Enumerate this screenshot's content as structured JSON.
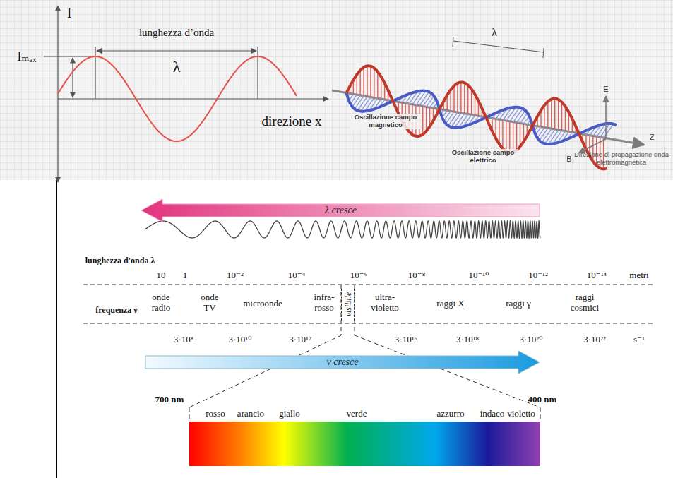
{
  "diagram": {
    "nodes": [
      {
        "text": [
          "λ cresce"
        ]
      },
      {
        "text": [
          "visibile"
        ]
      },
      {
        "text": [
          "ν cresce"
        ]
      }
    ],
    "labels": [
      "I",
      "Iₘₐₓ",
      "lunghezza d’onda",
      "λ",
      "direzione x",
      "λ",
      "E",
      "Oscillazione campo magnetico",
      "Oscillazione campo elettrico",
      "B",
      "Z",
      "Direzione di propagazione onda elettromagnetica",
      "lunghezza d'onda λ",
      "frequenza ν",
      "10",
      "1",
      "10⁻²",
      "10⁻⁴",
      "10⁻⁶",
      "10⁻⁸",
      "10⁻¹⁰",
      "10⁻¹²",
      "10⁻¹⁴",
      "metri",
      "onde radio",
      "onde TV",
      "microonde",
      "infra- rosso",
      "ultra- violetto",
      "raggi X",
      "raggi γ",
      "raggi cosmici",
      "3·10⁸",
      "3·10¹⁰",
      "3·10¹²",
      "3·10¹⁶",
      "3·10¹⁸",
      "3·10²⁰",
      "3·10²²",
      "s⁻¹",
      "700 nm",
      "400 nm",
      "rosso",
      "arancio",
      "giallo",
      "verde",
      "azzurro",
      "indaco",
      "violetto"
    ]
  }
}
